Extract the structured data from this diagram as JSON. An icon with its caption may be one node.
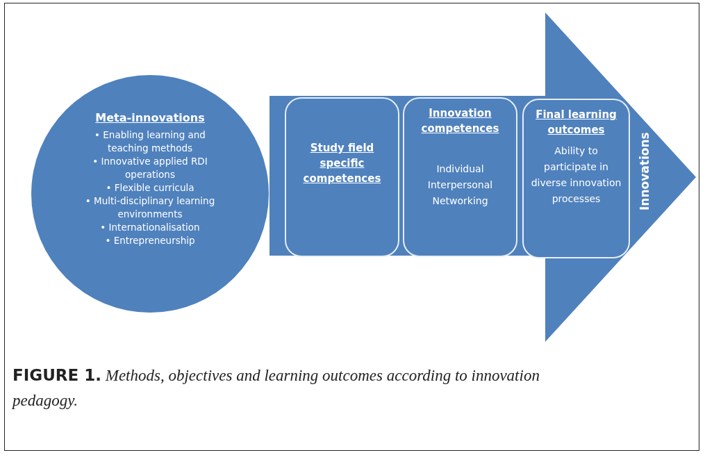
{
  "diagram": {
    "caption": "**FIGURE 1.** *Methods, objectives and learning outcomes according to innovation pedagogy.*",
    "nodes": [
      {
        "text": [
          "Innovations"
        ]
      },
      {
        "text": [
          "Meta-innovations",
          "• Enabling learning and teaching methods",
          "• Innovative applied RDI operations",
          "• Flexible curricula",
          "• Multi-disciplinary learning environments",
          "• Internationalisation",
          "• Entrepreneurship"
        ]
      },
      {
        "text": [
          "Study field specific competences"
        ],
        "in": 0
      },
      {
        "text": [
          "Innovation competences",
          "Individual",
          "Interpersonal",
          "Networking"
        ],
        "in": 0
      },
      {
        "text": [
          "Final learning outcomes",
          "Ability to participate in diverse innovation processes"
        ],
        "in": 0
      }
    ],
    "edges": []
  }
}
